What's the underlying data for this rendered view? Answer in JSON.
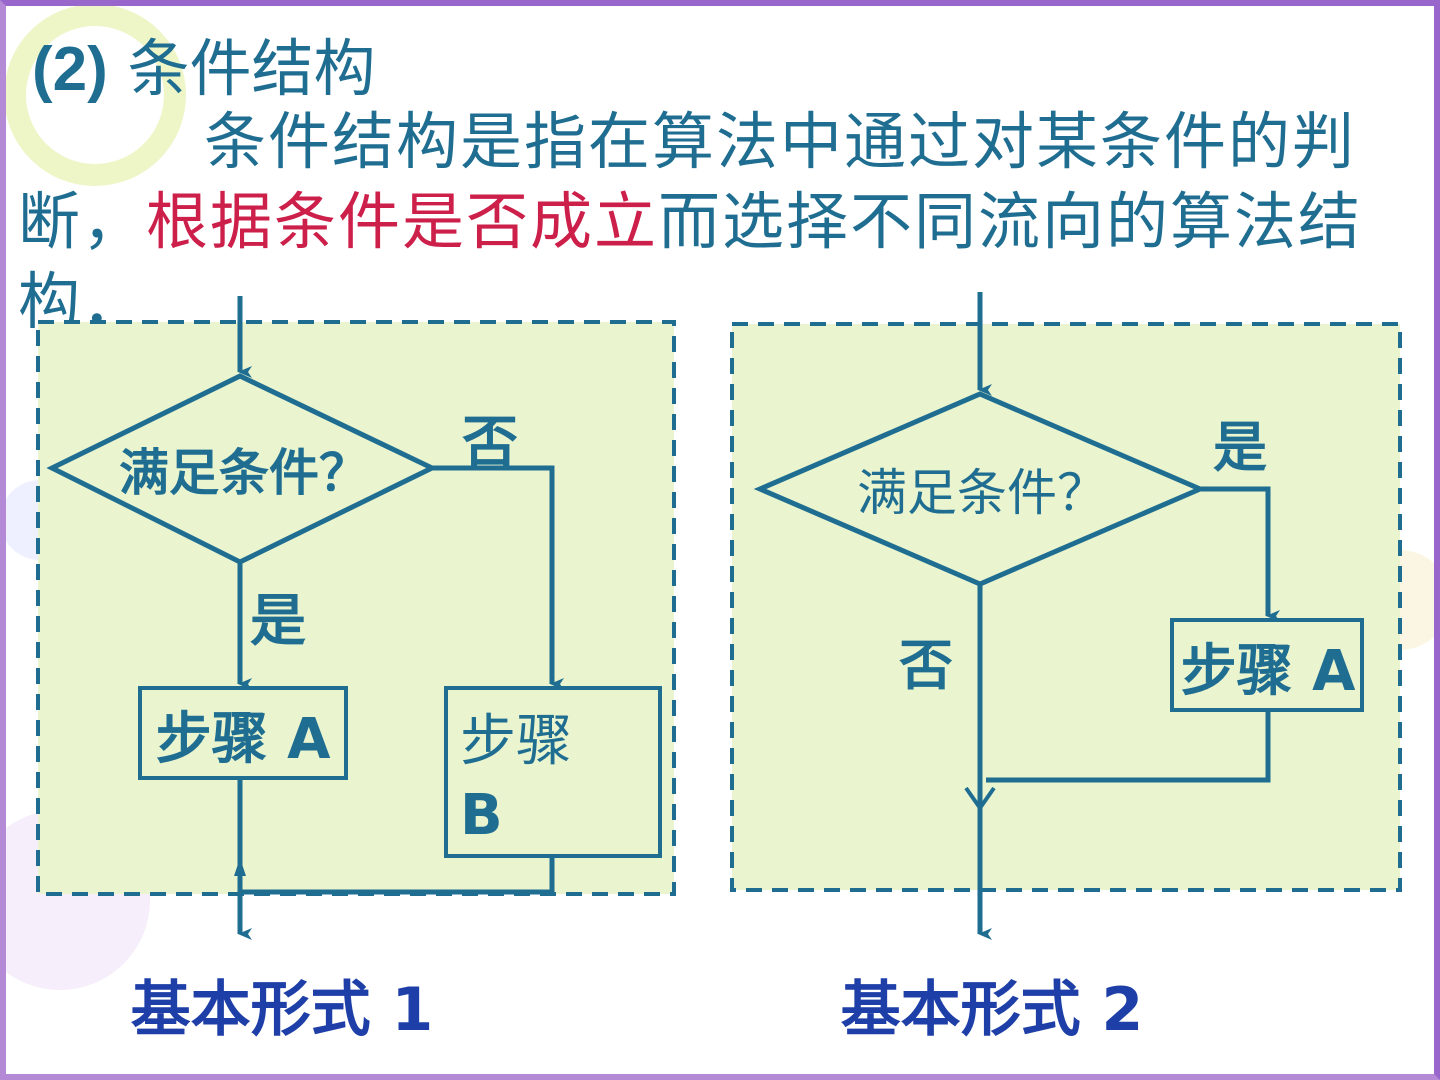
{
  "heading": {
    "number": "(2)",
    "title": "条件结构"
  },
  "paragraph": {
    "before": "条件结构是指在算法中通过对某条件的判断，",
    "highlight": "根据条件是否成立",
    "after": "而选择不同流向的算法结构．"
  },
  "form1": {
    "decision": "满足条件？",
    "no_label": "否",
    "yes_label": "是",
    "step_a": "步骤 A",
    "step_b_line1": "步骤",
    "step_b_line2": "B",
    "caption": "基本形式 1"
  },
  "form2": {
    "decision": "满足条件？",
    "yes_label": "是",
    "no_label": "否",
    "step_a": "步骤 A",
    "caption": "基本形式 2"
  },
  "colors": {
    "text": "#1f6e91",
    "highlight": "#cc1f4a",
    "panel_fill": "#eaf4cf",
    "line": "#1f6e91",
    "border": "#9966cc"
  }
}
